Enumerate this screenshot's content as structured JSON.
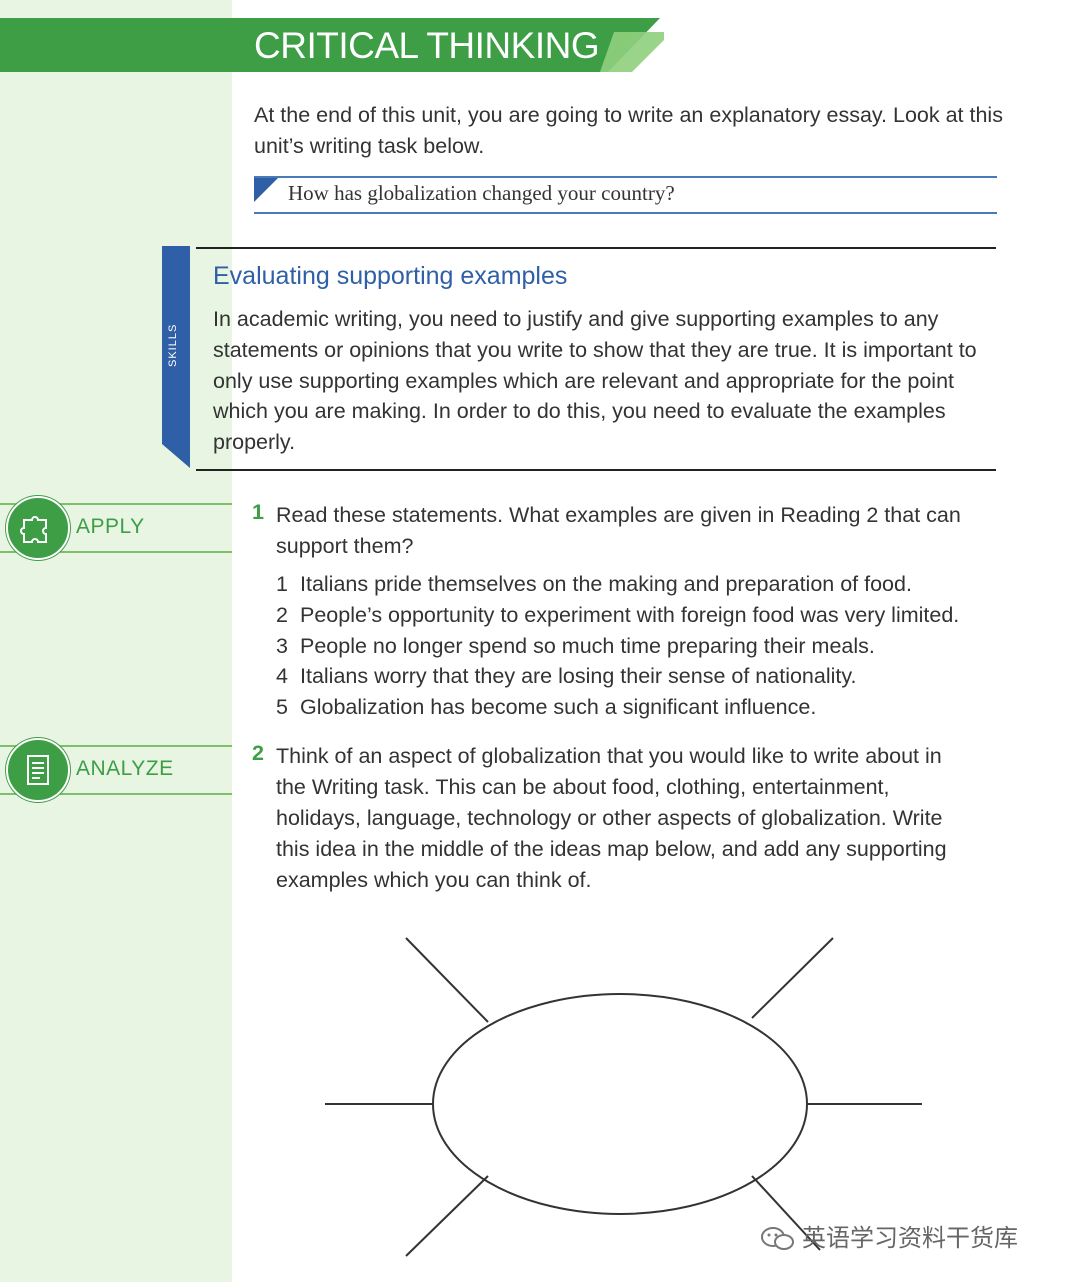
{
  "header": {
    "title": "CRITICAL THINKING"
  },
  "intro": {
    "text": "At the end of this unit, you are going to write an explanatory essay. Look at this unit’s writing task below."
  },
  "task": {
    "question": "How has globalization changed your country?"
  },
  "skills": {
    "tab_label": "SKILLS",
    "heading": "Evaluating supporting examples",
    "body": "In academic writing, you need to justify and give supporting examples to any statements or opinions that you write to show that they are true. It is important to only use supporting examples which are relevant and appropriate for the point which you are making. In order to do this, you need to evaluate the examples properly."
  },
  "side_labels": {
    "apply": {
      "label": "APPLY",
      "icon": "puzzle-icon"
    },
    "analyze": {
      "label": "ANALYZE",
      "icon": "document-list-icon"
    }
  },
  "exercise1": {
    "number": "1",
    "instruction": "Read these statements. What examples are given in Reading 2 that can support them?",
    "items": [
      {
        "num": "1",
        "text": "Italians pride themselves on the making and preparation of food."
      },
      {
        "num": "2",
        "text": "People’s opportunity to experiment with foreign food was very limited."
      },
      {
        "num": "3",
        "text": "People no longer spend so much time preparing their meals."
      },
      {
        "num": "4",
        "text": "Italians worry that they are losing their sense of nationality."
      },
      {
        "num": "5",
        "text": "Globalization has become such a significant influence."
      }
    ]
  },
  "exercise2": {
    "number": "2",
    "instruction": "Think of an aspect of globalization that you would like to write about in the Writing task. This can be about food, clothing, entertainment, holidays, language, technology or other aspects of globalization. Write this idea in the middle of the ideas map below, and add any supporting examples which you can think of."
  },
  "watermark": {
    "text": "英语学习资料干货库",
    "icon": "wechat-icon"
  },
  "colors": {
    "green": "#3d9e46",
    "blue": "#2f5fa6",
    "sidebar": "#e9f5e3"
  }
}
